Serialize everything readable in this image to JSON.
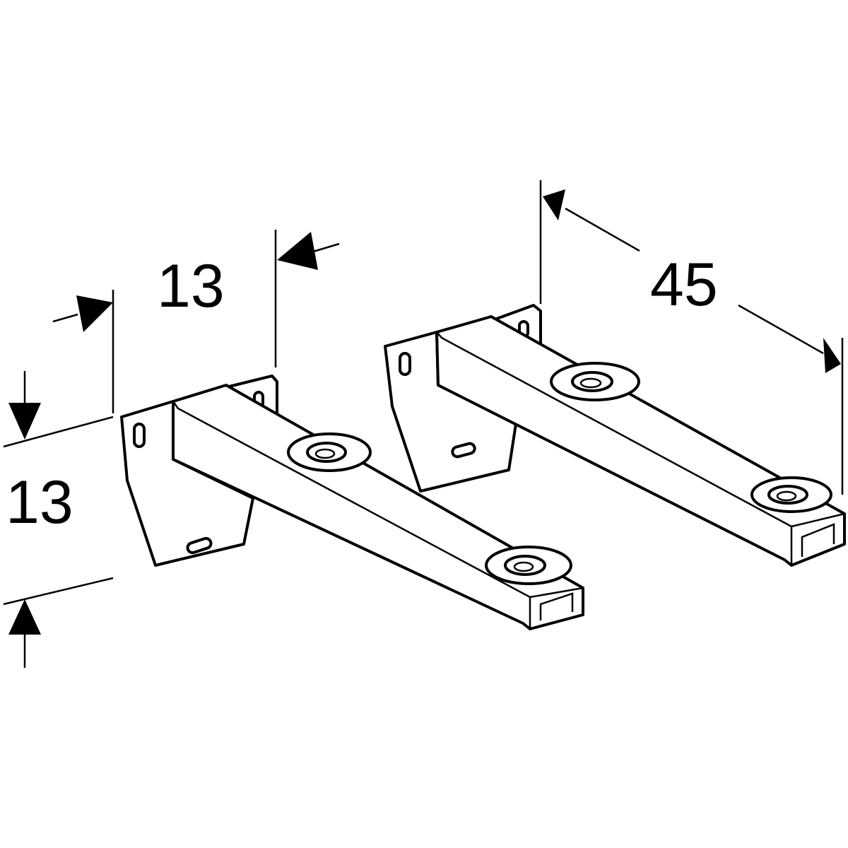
{
  "dimensions": {
    "depth_label": "13",
    "height_label": "13",
    "spacing_label": "45"
  },
  "colors": {
    "line": "#000000",
    "background": "#ffffff"
  }
}
